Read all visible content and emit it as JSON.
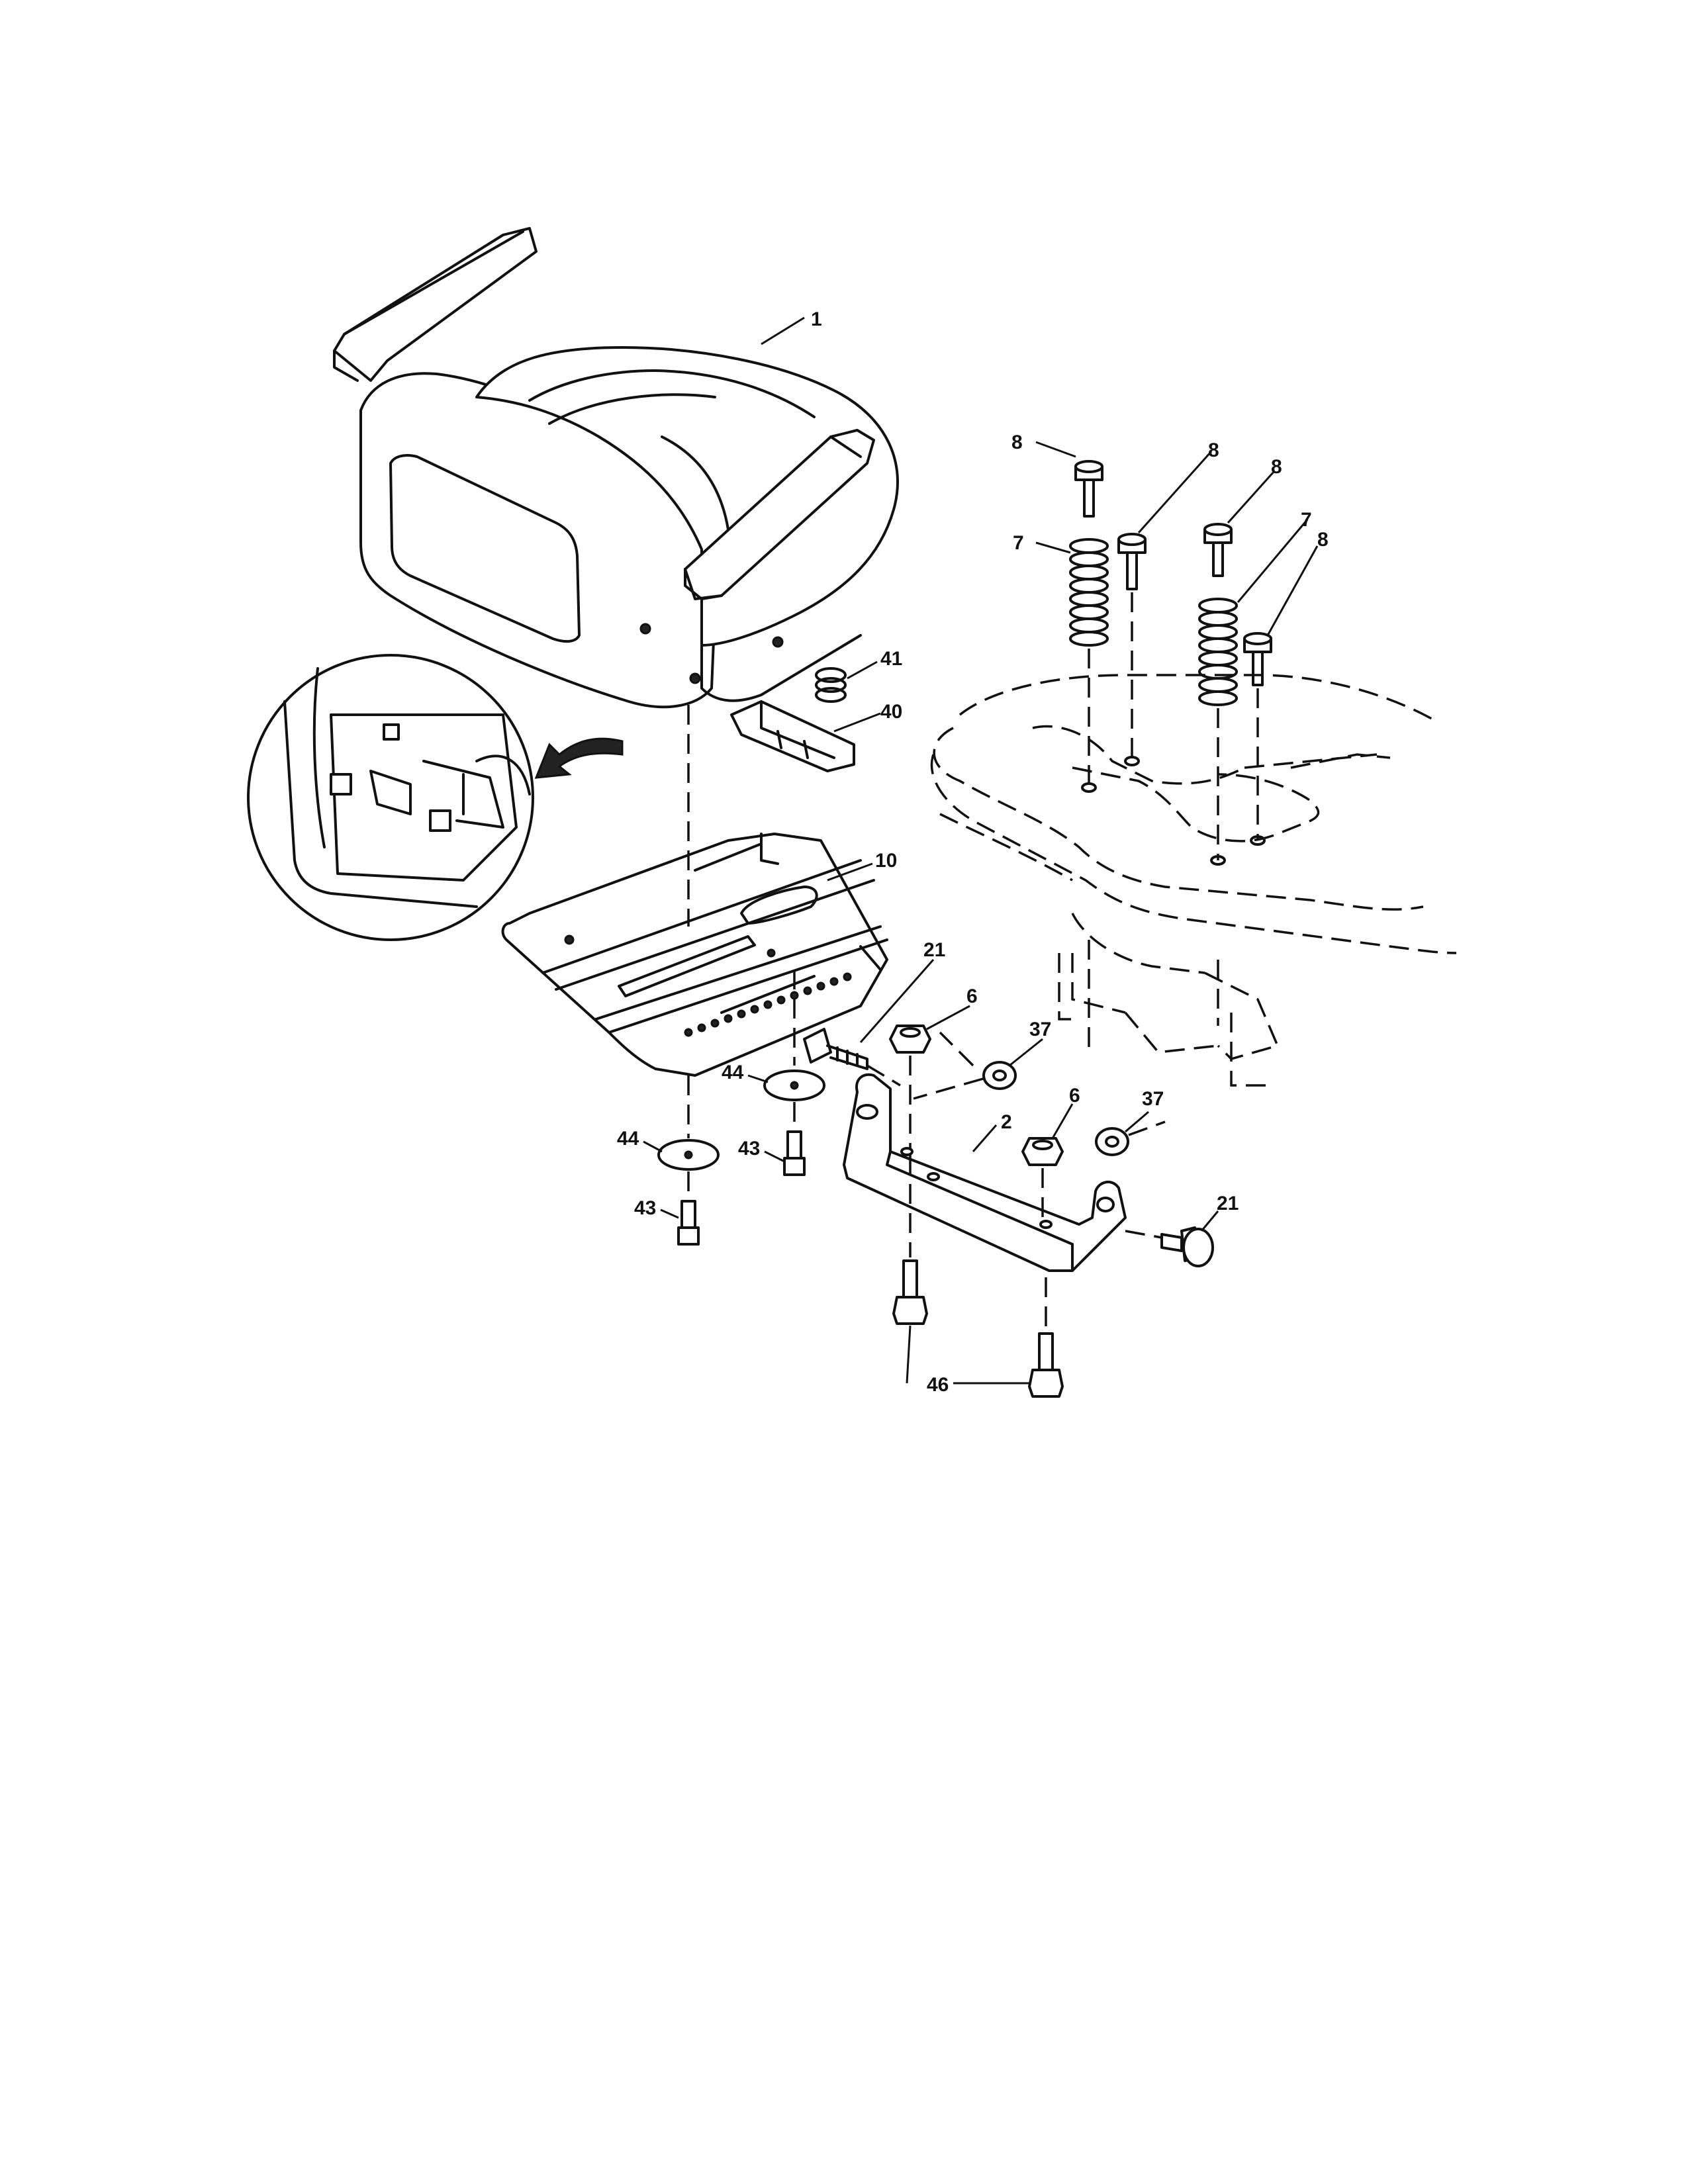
{
  "callouts": [
    {
      "id": "c1",
      "label": "1"
    },
    {
      "id": "c8a",
      "label": "8"
    },
    {
      "id": "c8b",
      "label": "8"
    },
    {
      "id": "c8c",
      "label": "8"
    },
    {
      "id": "c8d",
      "label": "8"
    },
    {
      "id": "c7a",
      "label": "7"
    },
    {
      "id": "c7b",
      "label": "7"
    },
    {
      "id": "c41",
      "label": "41"
    },
    {
      "id": "c40",
      "label": "40"
    },
    {
      "id": "c10",
      "label": "10"
    },
    {
      "id": "c21a",
      "label": "21"
    },
    {
      "id": "c6a",
      "label": "6"
    },
    {
      "id": "c37a",
      "label": "37"
    },
    {
      "id": "c44a",
      "label": "44"
    },
    {
      "id": "c44b",
      "label": "44"
    },
    {
      "id": "c43a",
      "label": "43"
    },
    {
      "id": "c43b",
      "label": "43"
    },
    {
      "id": "c2",
      "label": "2"
    },
    {
      "id": "c6b",
      "label": "6"
    },
    {
      "id": "c37b",
      "label": "37"
    },
    {
      "id": "c21b",
      "label": "21"
    },
    {
      "id": "c46",
      "label": "46"
    }
  ]
}
